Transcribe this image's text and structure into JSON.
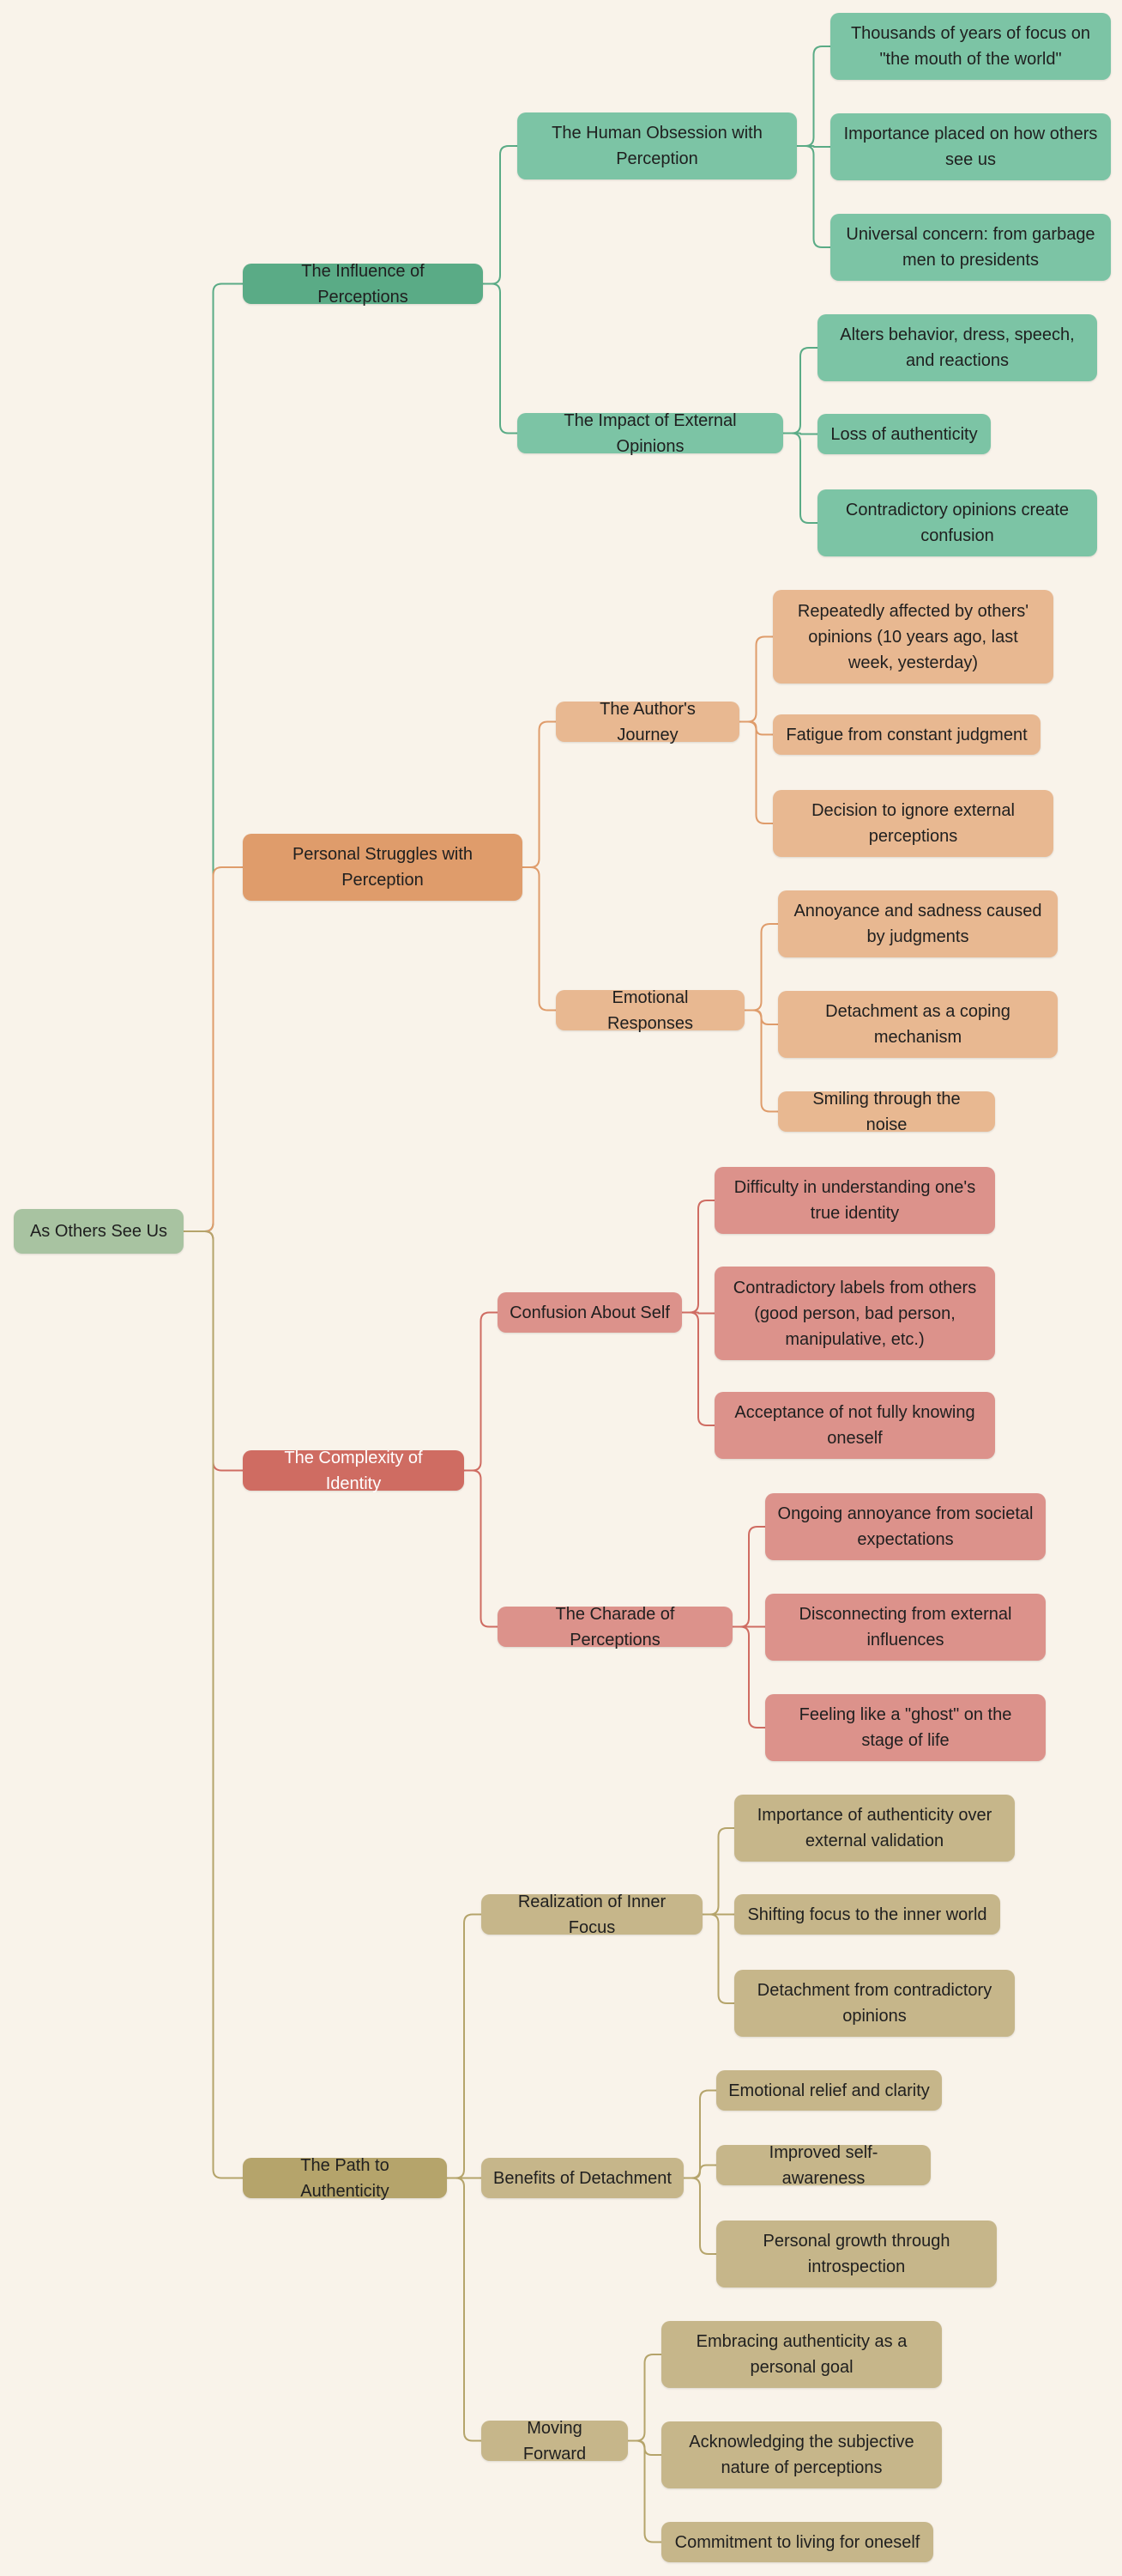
{
  "root": {
    "label": "As Others See Us",
    "color": "#a8c3a1"
  },
  "branches": [
    {
      "label": "The Influence of Perceptions",
      "color": "#5aab86",
      "sub_color": "#7cc4a5",
      "line_color": "#5aab86",
      "children": [
        {
          "label": "The Human Obsession with Perception",
          "items": [
            "Thousands of years of focus on \"the mouth of the world\"",
            "Importance placed on how others see us",
            "Universal concern: from garbage men to presidents"
          ]
        },
        {
          "label": "The Impact of External Opinions",
          "items": [
            "Alters behavior, dress, speech, and reactions",
            "Loss of authenticity",
            "Contradictory opinions create confusion"
          ]
        }
      ]
    },
    {
      "label": "Personal Struggles with Perception",
      "color": "#df9c6b",
      "sub_color": "#e8b891",
      "line_color": "#df9c6b",
      "children": [
        {
          "label": "The Author's Journey",
          "items": [
            "Repeatedly affected by others' opinions (10 years ago, last week, yesterday)",
            "Fatigue from constant judgment",
            "Decision to ignore external perceptions"
          ]
        },
        {
          "label": "Emotional Responses",
          "items": [
            "Annoyance and sadness caused by judgments",
            "Detachment as a coping mechanism",
            "Smiling through the noise"
          ]
        }
      ]
    },
    {
      "label": "The Complexity of Identity",
      "color": "#cf6c62",
      "sub_color": "#dc928b",
      "line_color": "#cf6c62",
      "children": [
        {
          "label": "Confusion About Self",
          "items": [
            "Difficulty in understanding one's true identity",
            "Contradictory labels from others (good person, bad person, manipulative, etc.)",
            "Acceptance of not fully knowing oneself"
          ]
        },
        {
          "label": "The Charade of Perceptions",
          "items": [
            "Ongoing annoyance from societal expectations",
            "Disconnecting from external influences",
            "Feeling like a \"ghost\" on the stage of life"
          ]
        }
      ]
    },
    {
      "label": "The Path to Authenticity",
      "color": "#b5a46b",
      "sub_color": "#c6b68a",
      "line_color": "#b5a46b",
      "children": [
        {
          "label": "Realization of Inner Focus",
          "items": [
            "Importance of authenticity over external validation",
            "Shifting focus to the inner world",
            "Detachment from contradictory opinions"
          ]
        },
        {
          "label": "Benefits of Detachment",
          "items": [
            "Emotional relief and clarity",
            "Improved self-awareness",
            "Personal growth through introspection"
          ]
        },
        {
          "label": "Moving Forward",
          "items": [
            "Embracing authenticity as a personal goal",
            "Acknowledging the subjective nature of perceptions",
            "Commitment to living for oneself"
          ]
        }
      ]
    }
  ]
}
